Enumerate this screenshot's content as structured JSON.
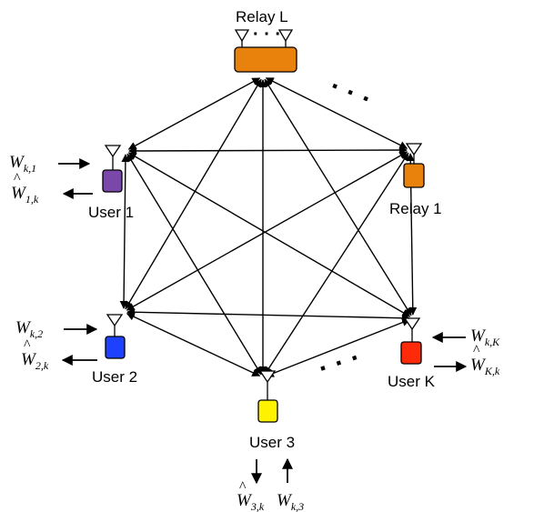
{
  "nodes": {
    "relay_l": {
      "label": "Relay L",
      "color": "#E8820C"
    },
    "relay_1": {
      "label": "Relay 1",
      "color": "#E8820C"
    },
    "user_1": {
      "label": "User 1",
      "color": "#7A48A8"
    },
    "user_2": {
      "label": "User 2",
      "color": "#1E40FF"
    },
    "user_3": {
      "label": "User 3",
      "color": "#FFF200"
    },
    "user_k": {
      "label": "User K",
      "color": "#FF2A0A"
    }
  },
  "signals": {
    "w_k1": {
      "base": "W",
      "sub": "k,1"
    },
    "w1k": {
      "base": "W",
      "sub": "1,k"
    },
    "w_k2": {
      "base": "W",
      "sub": "k,2"
    },
    "w2k": {
      "base": "W",
      "sub": "2,k"
    },
    "w3k": {
      "base": "W",
      "sub": "3,k"
    },
    "w_k3": {
      "base": "W",
      "sub": "k,3"
    },
    "w_kK": {
      "base": "W",
      "sub": "k,K"
    },
    "wKk": {
      "base": "W",
      "sub": "K,k"
    }
  },
  "ellipsis": "· · ·",
  "antenna_dots": "· · ·",
  "colors": {
    "line": "#000000"
  }
}
